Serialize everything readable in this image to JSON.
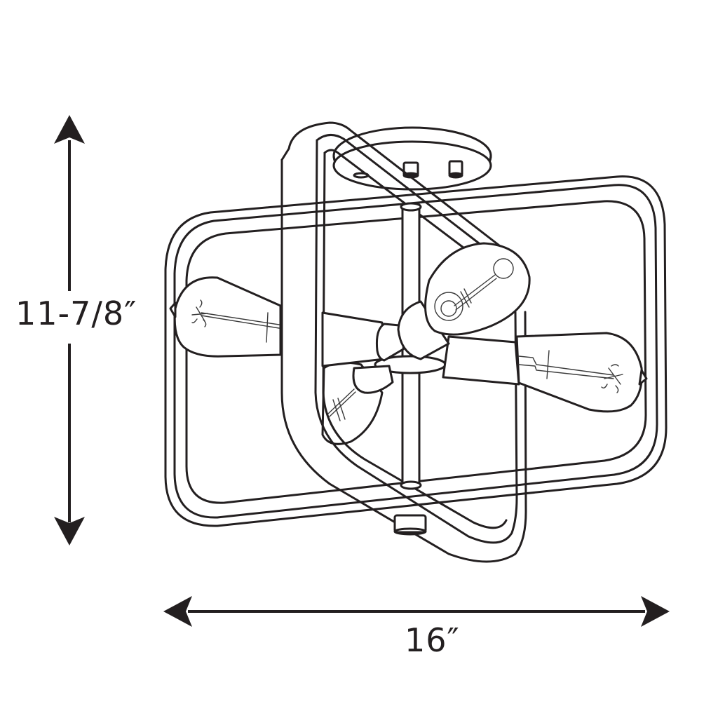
{
  "diagram": {
    "subject": "semi-flush mount ceiling light, two-frame cage with four exposed-filament bulbs",
    "colors": {
      "line": "#231f20",
      "background": "#ffffff"
    },
    "dimensions": {
      "height": {
        "label": "11-7/8″",
        "orientation": "vertical"
      },
      "width": {
        "label": "16″",
        "orientation": "horizontal"
      }
    },
    "components": [
      "ceiling-canopy",
      "vertical-tilted-frame",
      "horizontal-frame",
      "center-rod",
      "socket-hub",
      "bulb-left",
      "bulb-right",
      "bulb-front",
      "bulb-back",
      "finial"
    ]
  }
}
